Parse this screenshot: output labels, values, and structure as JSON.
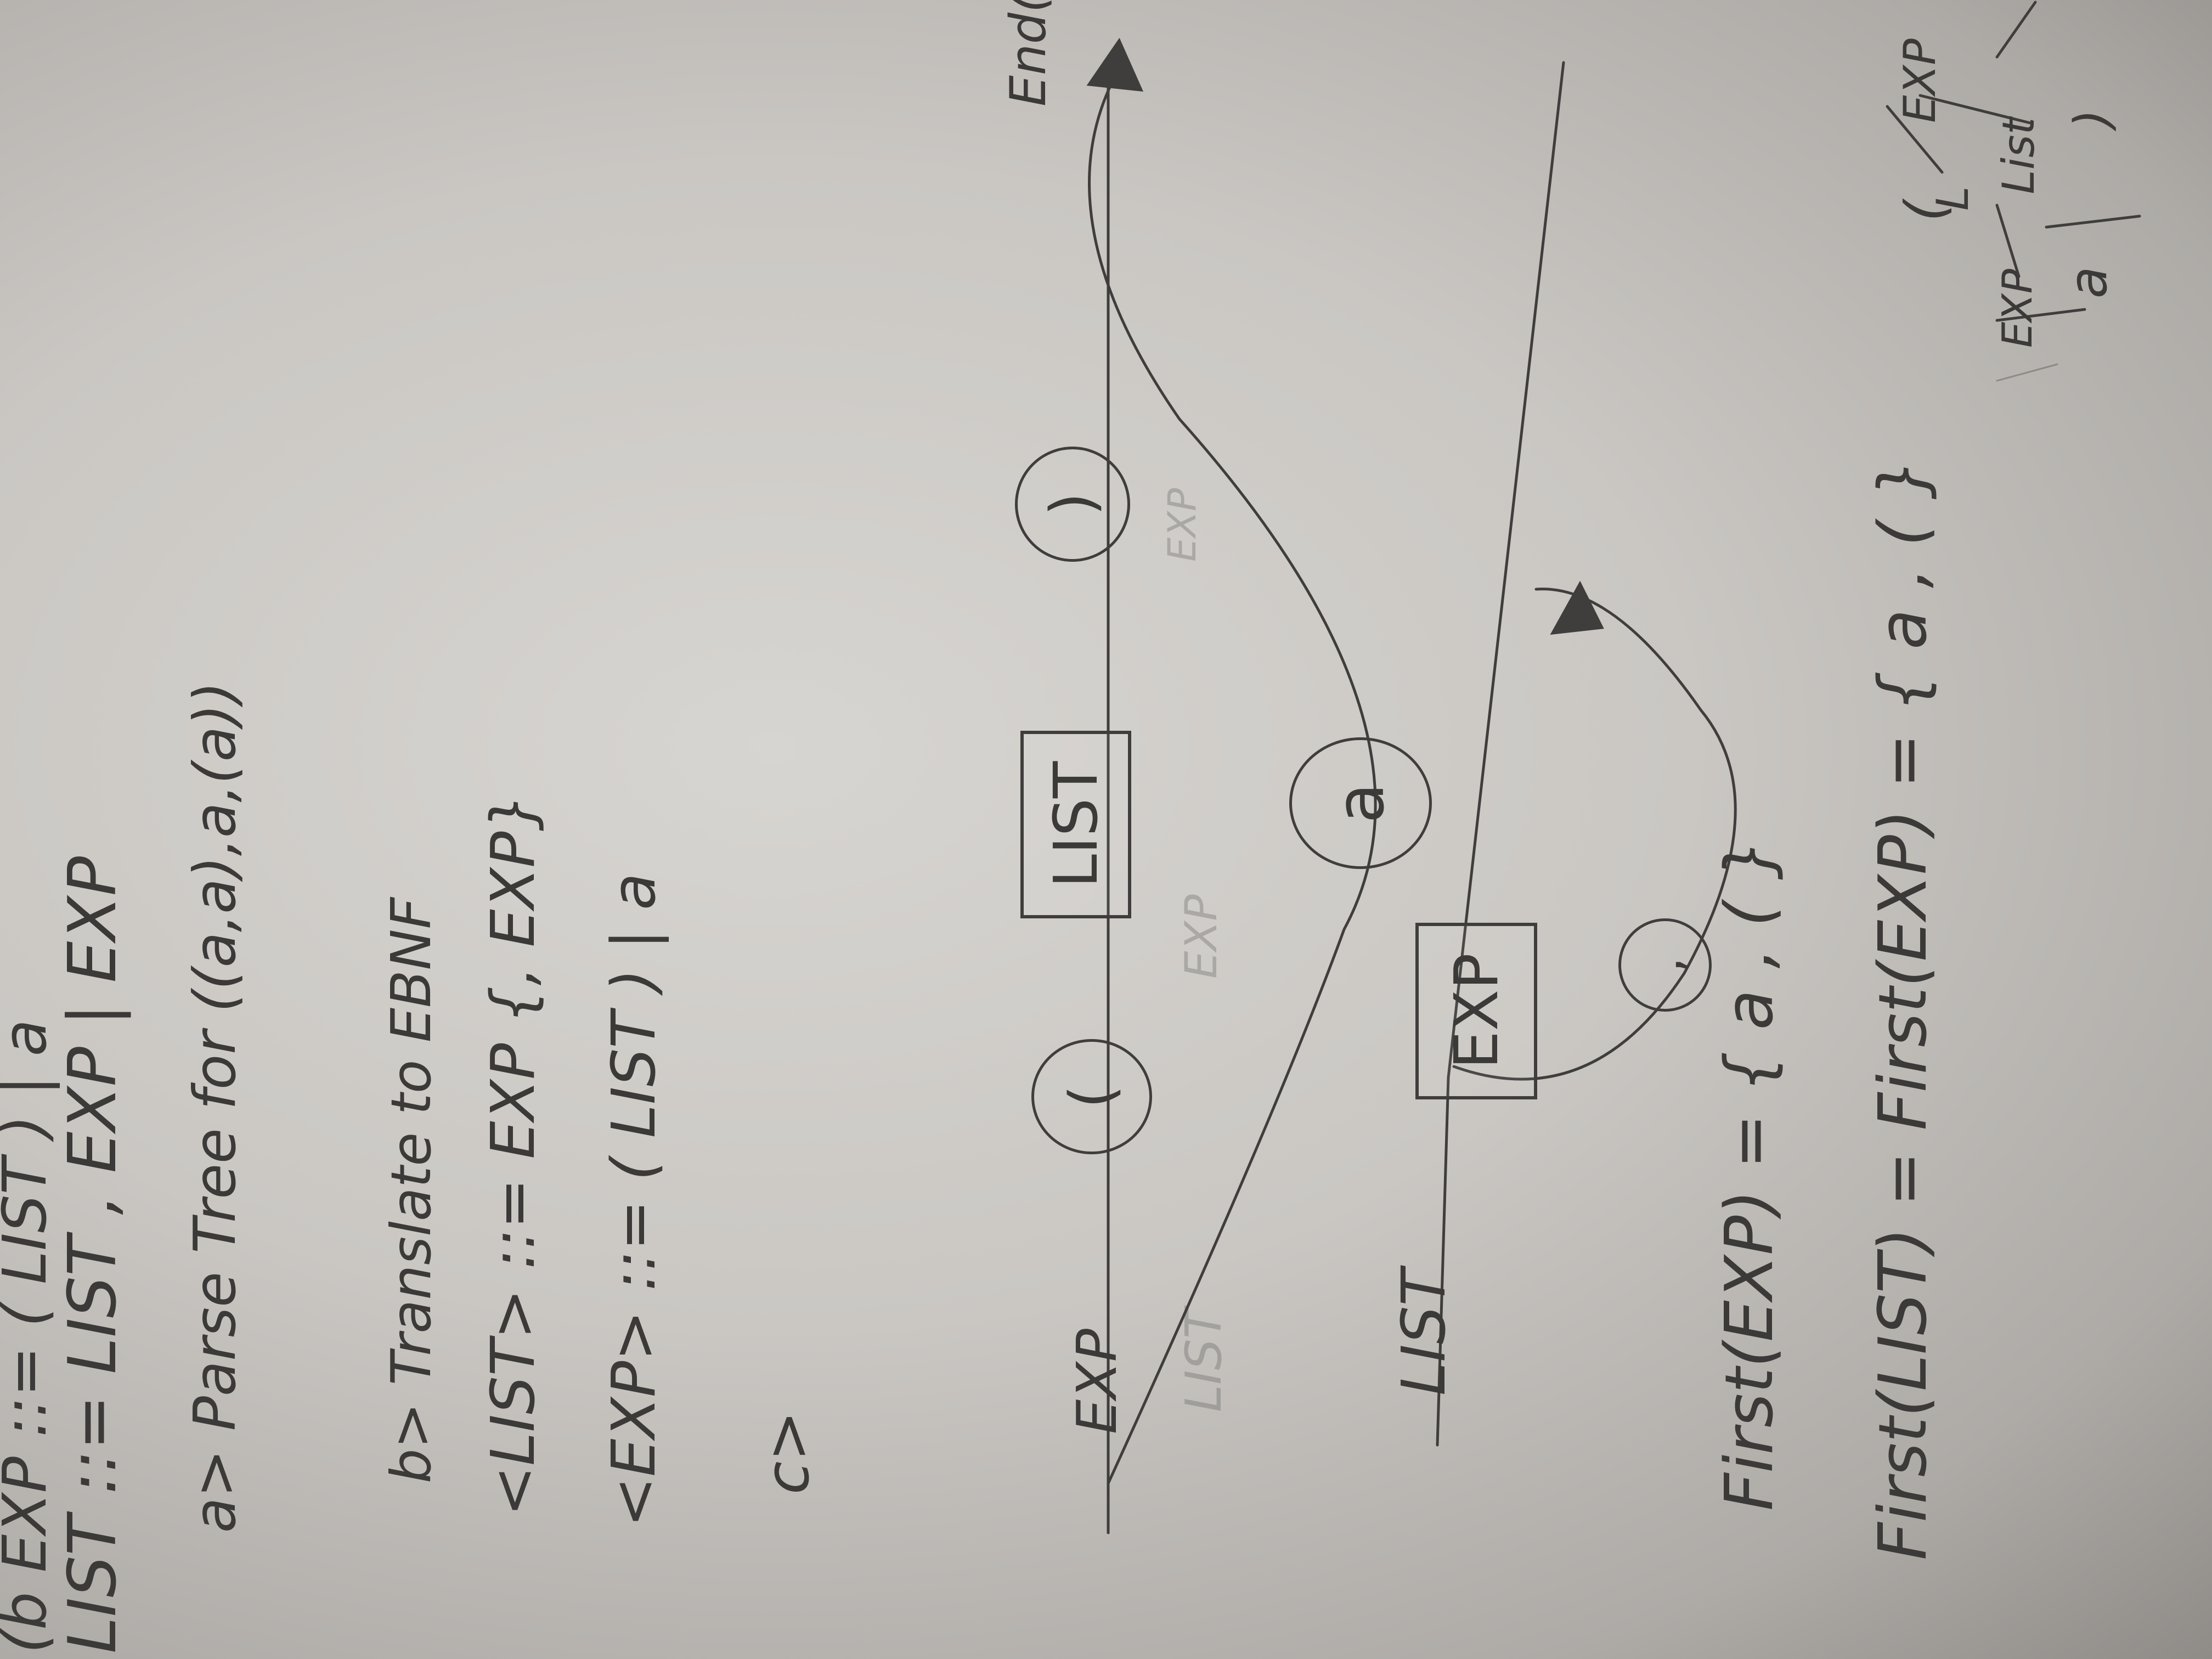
{
  "page": {
    "lines": {
      "top_partial": "(b EXP ::= ( LIST ) | a",
      "list_rule": "LIST ::= LIST , EXP | EXP",
      "part_a": "a> Parse Tree for ((a,a),a,(a))",
      "part_b": "b> Translate to EBNF",
      "ebnf_list": "<LIST> ::= EXP {, EXP}",
      "ebnf_exp": "<EXP> ::= ( LIST ) | a",
      "part_c": "c>",
      "first_exp": "First(EXP) = { a , ( }",
      "first_list": "First(LIST) = First(EXP) = { a , ( }"
    },
    "diagram_exp": {
      "label": "EXP",
      "open_paren": "(",
      "box": "LIST",
      "close_paren": ")",
      "alt": "a",
      "end": "End(",
      "ghost_list": "LIST",
      "ghost_exp1": "EXP",
      "ghost_exp2": "EXP"
    },
    "diagram_list": {
      "label": "LIST",
      "box": "EXP",
      "comma": ","
    },
    "parse_tree": {
      "root": "EXP",
      "left": "(",
      "right": ")",
      "mid": "List",
      "mid_prefix": "L",
      "child": "EXP",
      "leaf": "a"
    }
  }
}
